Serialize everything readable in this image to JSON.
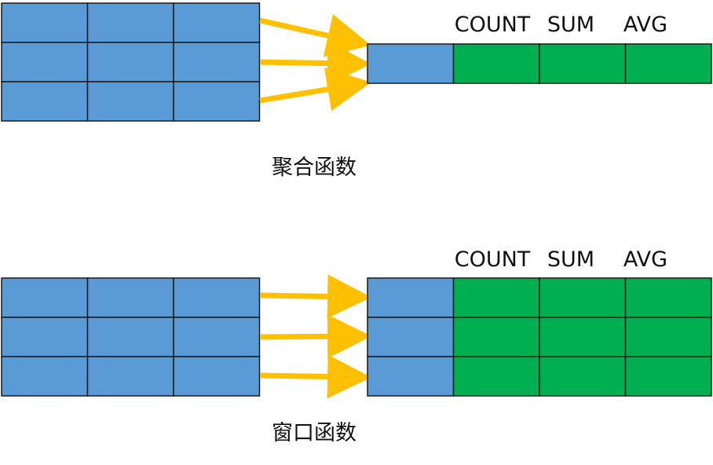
{
  "colors": {
    "row_cell": "#5b9bd5",
    "aggregate_cell": "#00b050",
    "arrow": "#ffc000",
    "cell_border": "#1a1a1a"
  },
  "aggregate_section": {
    "column_headers": [
      "COUNT",
      "SUM",
      "AVG"
    ],
    "caption": "聚合函数",
    "input_rows": 3,
    "input_cols": 3,
    "output_rows": 1
  },
  "window_section": {
    "column_headers": [
      "COUNT",
      "SUM",
      "AVG"
    ],
    "caption": "窗口函数",
    "input_rows": 3,
    "input_cols": 3,
    "output_rows": 3
  }
}
